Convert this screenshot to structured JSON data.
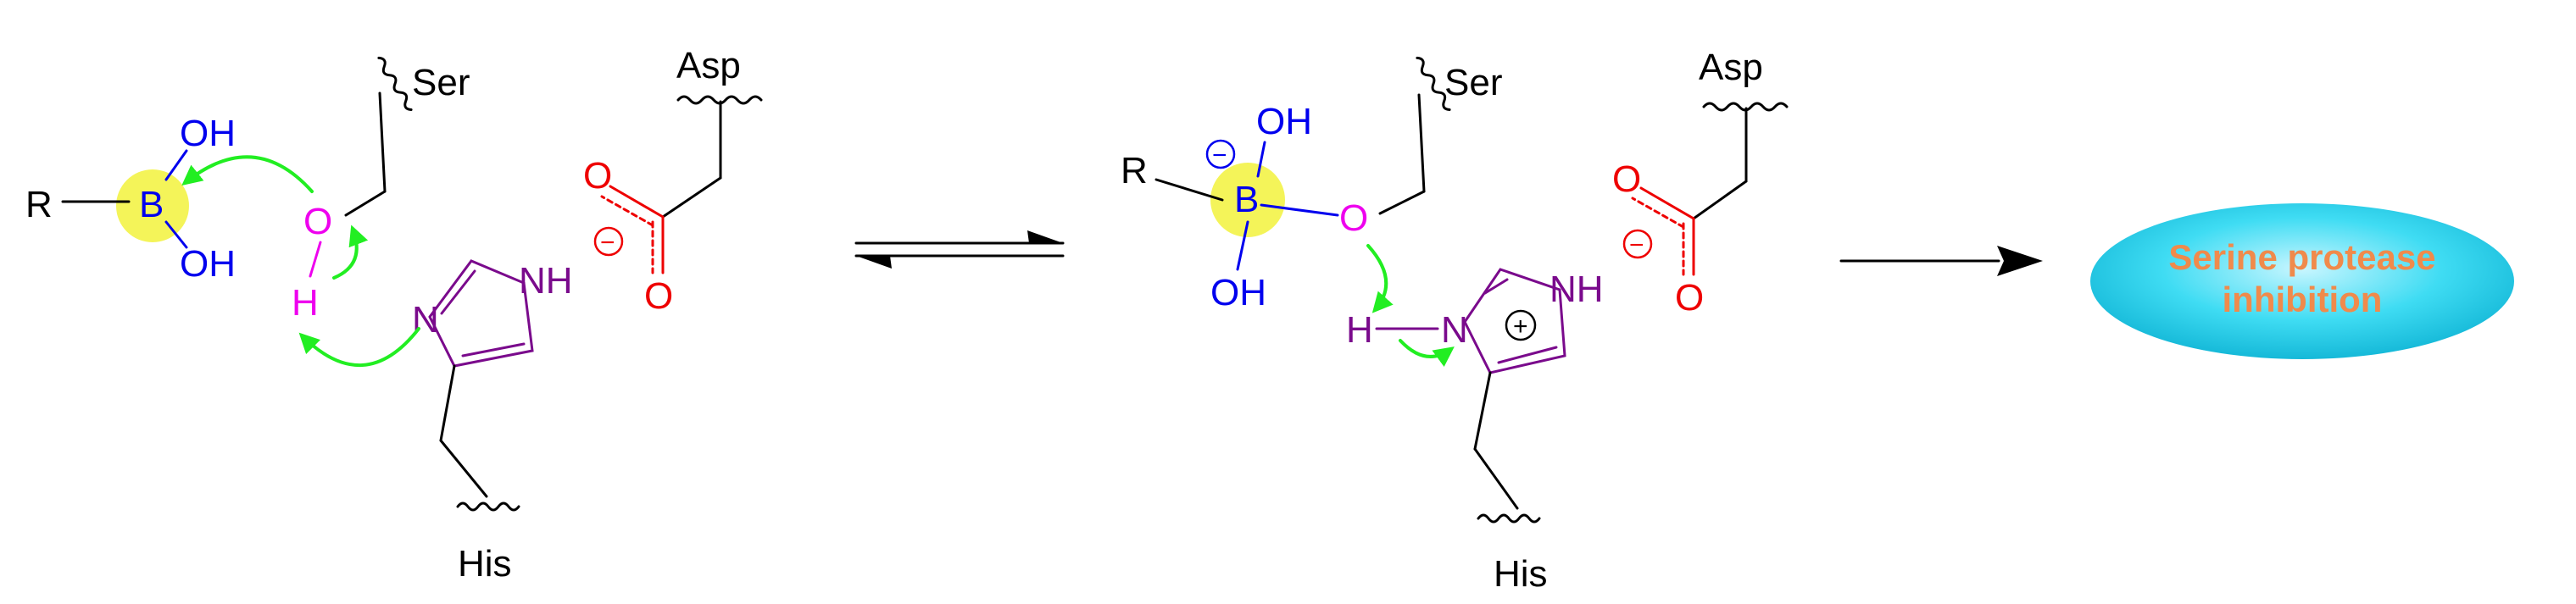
{
  "colors": {
    "black": "#000000",
    "boron": "#0000ee",
    "oxygen_ser": "#ee00ee",
    "carboxylate": "#ee0000",
    "histidine": "#7a0a8c",
    "arrow": "#22ee22",
    "highlight": "#f2f23c",
    "outcome_fill": "#22d6ee",
    "outcome_text": "#f08a4b"
  },
  "reactant": {
    "r": "R",
    "boron": "B",
    "oh_top": "OH",
    "oh_bottom": "OH",
    "ser_o": "O",
    "ser_h": "H",
    "ser_label": "Ser",
    "asp_label": "Asp",
    "asp_o_top": "O",
    "asp_o_bottom": "O",
    "asp_charge": "−",
    "his_n": "N",
    "his_nh": "NH",
    "his_label": "His"
  },
  "product": {
    "r": "R",
    "boron": "B",
    "boron_charge": "−",
    "oh_top": "OH",
    "oh_bottom": "OH",
    "ser_o": "O",
    "ser_label": "Ser",
    "asp_label": "Asp",
    "asp_o_top": "O",
    "asp_o_bottom": "O",
    "asp_charge": "−",
    "his_h": "H",
    "his_n": "N",
    "his_nh": "NH",
    "his_charge": "+",
    "his_label": "His"
  },
  "outcome": {
    "line1": "Serine protease",
    "line2": "inhibition"
  }
}
